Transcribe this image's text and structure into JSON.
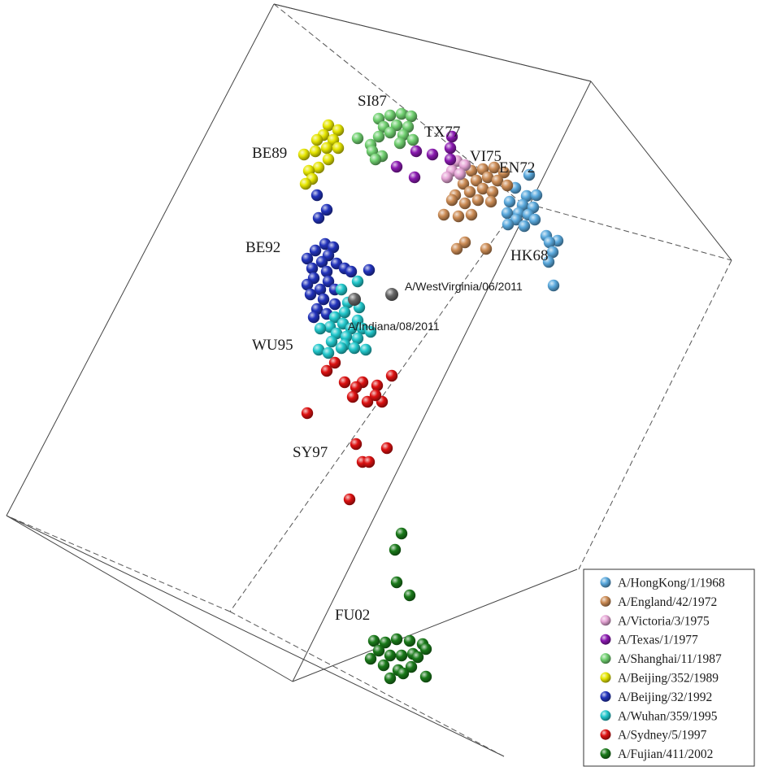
{
  "chart_data": {
    "type": "scatter",
    "subtype": "3d-antigenic-map",
    "grid": false,
    "legend_position": "bottom-right",
    "series": [
      {
        "name": "A/HongKong/1/1968",
        "color": "#5aa9dd",
        "label": "HK68",
        "points": [
          [
            651,
            215
          ],
          [
            634,
            231
          ],
          [
            648,
            241
          ],
          [
            660,
            240
          ],
          [
            627,
            248
          ],
          [
            643,
            252
          ],
          [
            656,
            255
          ],
          [
            638,
            262
          ],
          [
            624,
            262
          ],
          [
            650,
            264
          ],
          [
            635,
            270
          ],
          [
            658,
            270
          ],
          [
            645,
            278
          ],
          [
            625,
            276
          ],
          [
            672,
            290
          ],
          [
            686,
            296
          ],
          [
            676,
            298
          ],
          [
            680,
            310
          ],
          [
            675,
            322
          ],
          [
            681,
            351
          ]
        ]
      },
      {
        "name": "A/England/42/1972",
        "color": "#cc8c55",
        "label": "EN72",
        "points": [
          [
            580,
            210
          ],
          [
            594,
            208
          ],
          [
            608,
            206
          ],
          [
            620,
            212
          ],
          [
            600,
            218
          ],
          [
            586,
            222
          ],
          [
            612,
            222
          ],
          [
            570,
            226
          ],
          [
            624,
            228
          ],
          [
            594,
            232
          ],
          [
            578,
            236
          ],
          [
            606,
            236
          ],
          [
            560,
            240
          ],
          [
            588,
            246
          ],
          [
            604,
            248
          ],
          [
            572,
            250
          ],
          [
            556,
            246
          ],
          [
            546,
            264
          ],
          [
            564,
            266
          ],
          [
            580,
            264
          ],
          [
            572,
            298
          ],
          [
            562,
            306
          ],
          [
            598,
            306
          ]
        ]
      },
      {
        "name": "A/Victoria/3/1975",
        "color": "#e6a6d6",
        "label": "VI75",
        "points": [
          [
            562,
            198
          ],
          [
            572,
            203
          ],
          [
            556,
            210
          ],
          [
            550,
            218
          ],
          [
            566,
            214
          ]
        ]
      },
      {
        "name": "A/Texas/1/1977",
        "color": "#8a1ab0",
        "label": "TX77",
        "points": [
          [
            556,
            168
          ],
          [
            554,
            182
          ],
          [
            512,
            186
          ],
          [
            532,
            190
          ],
          [
            554,
            196
          ],
          [
            488,
            205
          ],
          [
            510,
            218
          ]
        ]
      },
      {
        "name": "A/Shanghai/11/1987",
        "color": "#70d070",
        "label": "SI87",
        "points": [
          [
            466,
            146
          ],
          [
            480,
            142
          ],
          [
            494,
            140
          ],
          [
            506,
            143
          ],
          [
            472,
            156
          ],
          [
            488,
            154
          ],
          [
            502,
            156
          ],
          [
            466,
            168
          ],
          [
            480,
            163
          ],
          [
            496,
            166
          ],
          [
            508,
            172
          ],
          [
            492,
            176
          ],
          [
            456,
            178
          ],
          [
            440,
            170
          ],
          [
            458,
            186
          ],
          [
            470,
            192
          ],
          [
            462,
            196
          ]
        ]
      },
      {
        "name": "A/Beijing/352/1989",
        "color": "#e6e600",
        "label": "BE89",
        "points": [
          [
            404,
            154
          ],
          [
            416,
            160
          ],
          [
            398,
            166
          ],
          [
            410,
            172
          ],
          [
            390,
            172
          ],
          [
            402,
            182
          ],
          [
            416,
            182
          ],
          [
            388,
            186
          ],
          [
            374,
            190
          ],
          [
            404,
            196
          ],
          [
            392,
            206
          ],
          [
            380,
            210
          ],
          [
            384,
            220
          ],
          [
            376,
            226
          ]
        ]
      },
      {
        "name": "A/Beijing/32/1992",
        "color": "#2233bb",
        "label": "BE92",
        "points": [
          [
            390,
            240
          ],
          [
            402,
            258
          ],
          [
            392,
            268
          ],
          [
            400,
            300
          ],
          [
            410,
            304
          ],
          [
            388,
            308
          ],
          [
            404,
            314
          ],
          [
            378,
            318
          ],
          [
            396,
            322
          ],
          [
            414,
            324
          ],
          [
            384,
            330
          ],
          [
            402,
            334
          ],
          [
            424,
            330
          ],
          [
            386,
            342
          ],
          [
            404,
            346
          ],
          [
            378,
            350
          ],
          [
            394,
            356
          ],
          [
            412,
            356
          ],
          [
            382,
            362
          ],
          [
            398,
            368
          ],
          [
            412,
            374
          ],
          [
            390,
            380
          ],
          [
            402,
            386
          ],
          [
            386,
            390
          ],
          [
            432,
            334
          ],
          [
            454,
            332
          ]
        ]
      },
      {
        "name": "A/Wuhan/359/1995",
        "color": "#22c8cc",
        "label": "WU95",
        "points": [
          [
            420,
            356
          ],
          [
            440,
            346
          ],
          [
            428,
            372
          ],
          [
            442,
            378
          ],
          [
            424,
            384
          ],
          [
            412,
            390
          ],
          [
            440,
            394
          ],
          [
            422,
            398
          ],
          [
            406,
            402
          ],
          [
            432,
            404
          ],
          [
            446,
            404
          ],
          [
            394,
            404
          ],
          [
            414,
            410
          ],
          [
            426,
            414
          ],
          [
            440,
            416
          ],
          [
            408,
            420
          ],
          [
            424,
            424
          ],
          [
            392,
            430
          ],
          [
            404,
            434
          ],
          [
            420,
            428
          ],
          [
            436,
            428
          ],
          [
            450,
            430
          ],
          [
            456,
            408
          ]
        ]
      },
      {
        "name": "A/Sydney/5/1997",
        "color": "#dd1111",
        "label": "SY97",
        "points": [
          [
            412,
            446
          ],
          [
            402,
            456
          ],
          [
            482,
            462
          ],
          [
            424,
            470
          ],
          [
            446,
            470
          ],
          [
            438,
            476
          ],
          [
            464,
            474
          ],
          [
            434,
            488
          ],
          [
            452,
            494
          ],
          [
            470,
            494
          ],
          [
            462,
            486
          ],
          [
            378,
            508
          ],
          [
            438,
            546
          ],
          [
            476,
            551
          ],
          [
            446,
            568
          ],
          [
            454,
            568
          ],
          [
            430,
            614
          ]
        ]
      },
      {
        "name": "A/Fujian/411/2002",
        "color": "#1a7a1a",
        "label": "FU02",
        "points": [
          [
            494,
            656
          ],
          [
            486,
            676
          ],
          [
            488,
            716
          ],
          [
            504,
            732
          ],
          [
            460,
            788
          ],
          [
            474,
            790
          ],
          [
            488,
            786
          ],
          [
            504,
            788
          ],
          [
            520,
            792
          ],
          [
            524,
            798
          ],
          [
            466,
            800
          ],
          [
            480,
            806
          ],
          [
            494,
            806
          ],
          [
            508,
            804
          ],
          [
            514,
            808
          ],
          [
            456,
            810
          ],
          [
            472,
            818
          ],
          [
            490,
            824
          ],
          [
            506,
            820
          ],
          [
            524,
            832
          ],
          [
            480,
            834
          ],
          [
            496,
            828
          ]
        ]
      }
    ],
    "highlighted_strains": [
      {
        "name": "A/WestVirginia/06/2011",
        "color": "#666666",
        "point": [
          482,
          362
        ]
      },
      {
        "name": "A/Indiana/08/2011",
        "color": "#666666",
        "point": [
          436,
          368
        ]
      }
    ],
    "cluster_label_positions": {
      "HK68": [
        628,
        320
      ],
      "EN72": [
        614,
        212
      ],
      "VI75": [
        578,
        198
      ],
      "TX77": [
        522,
        168
      ],
      "SI87": [
        440,
        130
      ],
      "BE89": [
        310,
        194
      ],
      "BE92": [
        302,
        310
      ],
      "WU95": [
        310,
        430
      ],
      "SY97": [
        360,
        562
      ],
      "FU02": [
        412,
        762
      ]
    },
    "strain_label_positions": {
      "A/WestVirginia/06/2011": [
        498,
        357
      ],
      "A/Indiana/08/2011": [
        428,
        406
      ]
    }
  },
  "box": {
    "color": "#444444"
  }
}
